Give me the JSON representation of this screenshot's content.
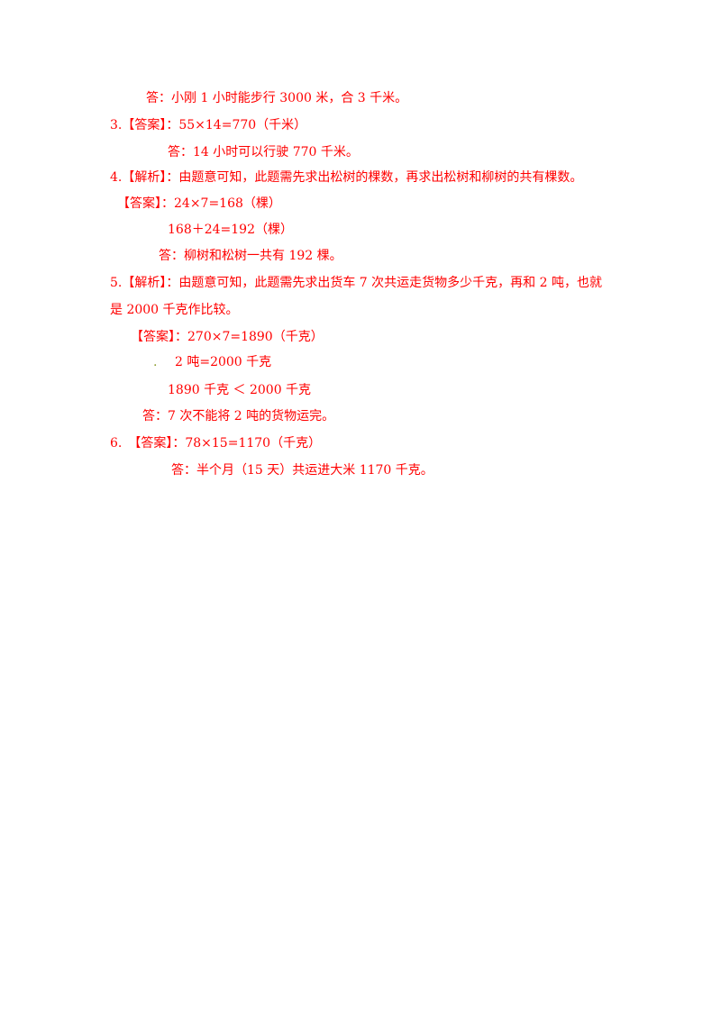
{
  "lines": [
    {
      "id": "l1",
      "text": "答：小刚 1 小时能步行 3000 米，合 3 千米。"
    },
    {
      "id": "l2",
      "text": "3.【答案】：55×14=770（千米）"
    },
    {
      "id": "l3",
      "text": "答：14 小时可以行驶 770 千米。"
    },
    {
      "id": "l4",
      "text": "4.【解析】：由题意可知，此题需先求出松树的棵数，再求出松树和柳树的共有棵数。"
    },
    {
      "id": "l5",
      "text": "【答案】：24×7=168（棵）"
    },
    {
      "id": "l6",
      "text": "168＋24=192（棵）"
    },
    {
      "id": "l7",
      "text": "答：柳树和松树一共有 192 棵。"
    },
    {
      "id": "l8",
      "text": "5.【解析】：由题意可知，此题需先求出货车 7 次共运走货物多少千克，再和 2 吨，也就"
    },
    {
      "id": "l9",
      "text": "是 2000 千克作比较。"
    },
    {
      "id": "l10",
      "text": "【答案】：270×7=1890（千克）"
    },
    {
      "id": "l11",
      "text": "2 吨=2000 千克"
    },
    {
      "id": "l12",
      "text": "1890 千克 ＜ 2000 千克"
    },
    {
      "id": "l13",
      "text": "答：7 次不能将 2 吨的货物运完。"
    },
    {
      "id": "l14",
      "text": "6.　【答案】：78×15=1170（千克）"
    },
    {
      "id": "l15",
      "text": "答：半个月（15 天）共运进大米 1170 千克。"
    }
  ],
  "marks": {
    "dot": "."
  }
}
